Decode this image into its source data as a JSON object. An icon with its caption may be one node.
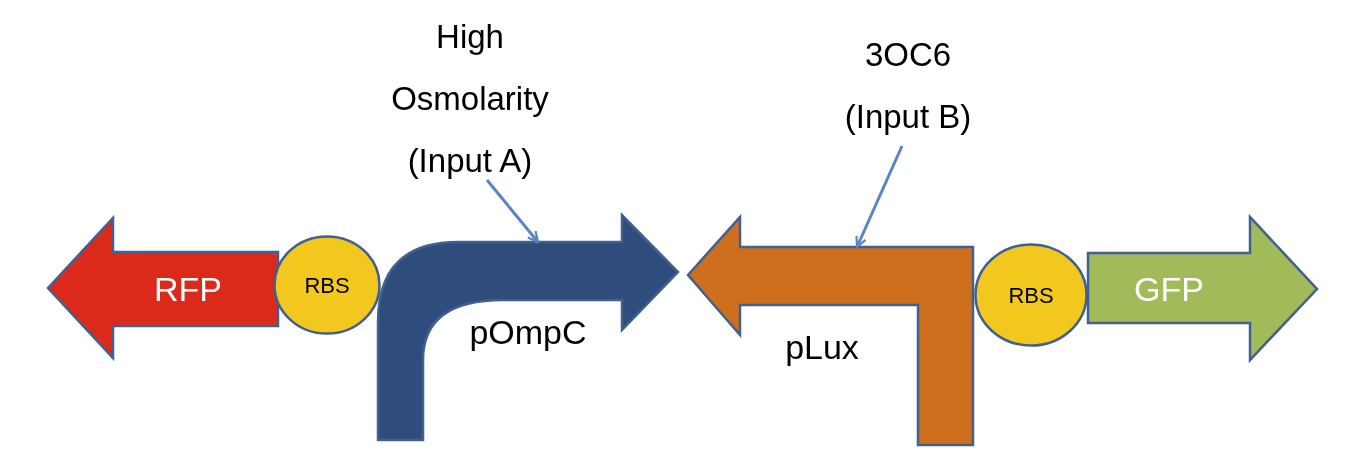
{
  "diagram": {
    "nodes": [
      {
        "text": [
          "RFP"
        ]
      },
      {
        "text": [
          "RBS"
        ]
      },
      {
        "text": [
          "pOmpC"
        ]
      },
      {
        "text": [
          "High Osmolarity (Input A)"
        ]
      },
      {
        "text": [
          "pLux"
        ]
      },
      {
        "text": [
          "3OC6 (Input B)"
        ]
      },
      {
        "text": [
          "RBS"
        ]
      },
      {
        "text": [
          "GFP"
        ]
      }
    ],
    "edges": [
      {
        "from": 3,
        "to": 2,
        "arrow": "to"
      },
      {
        "from": 5,
        "to": 4,
        "arrow": "to"
      }
    ]
  }
}
